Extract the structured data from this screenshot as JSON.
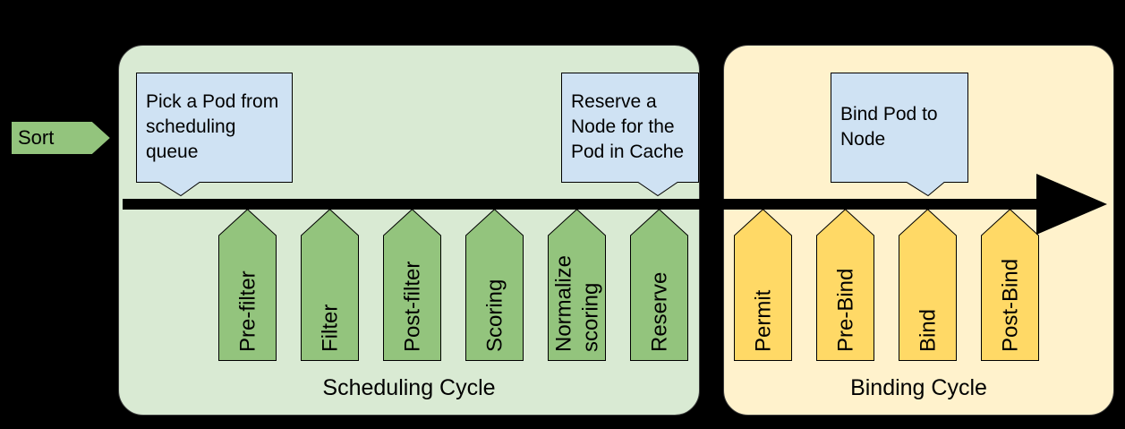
{
  "sort": {
    "label": "Sort"
  },
  "scheduling": {
    "label": "Scheduling Cycle",
    "stages": [
      "Pre-filter",
      "Filter",
      "Post-filter",
      "Scoring",
      "Normalize\nscoring",
      "Reserve"
    ],
    "callouts": {
      "pick": "Pick a Pod from\nscheduling\nqueue",
      "reserve": "Reserve a\nNode for the\nPod in Cache"
    }
  },
  "binding": {
    "label": "Binding Cycle",
    "stages": [
      "Permit",
      "Pre-Bind",
      "Bind",
      "Post-Bind"
    ],
    "callouts": {
      "bind": "Bind Pod to\nNode"
    }
  },
  "colors": {
    "background": "#000000",
    "scheduling_box_fill": "#d9ead3",
    "binding_box_fill": "#fff2cc",
    "scheduling_stage_fill": "#93c47d",
    "binding_stage_fill": "#ffd966",
    "callout_fill": "#cfe2f3",
    "timeline_arrow": "#000000",
    "outline": "#000000"
  }
}
